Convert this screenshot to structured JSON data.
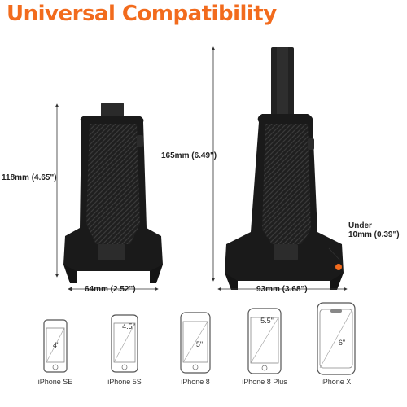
{
  "title": "Universal Compatibility",
  "small_holder": {
    "height_label": "118mm (4.65\")",
    "width_label": "64mm (2.52\")"
  },
  "large_holder": {
    "height_label": "165mm (6.49\")",
    "width_label": "93mm (3.68\")",
    "depth_label_line1": "Under",
    "depth_label_line2": "10mm (0.39\")"
  },
  "phones": [
    {
      "name": "iPhone SE",
      "size": "4\""
    },
    {
      "name": "iPhone 5S",
      "size": "4.5\""
    },
    {
      "name": "iPhone 8",
      "size": "5\""
    },
    {
      "name": "iPhone 8 Plus",
      "size": "5.5\""
    },
    {
      "name": "iPhone X",
      "size": "6\""
    }
  ],
  "colors": {
    "accent": "#f26b1d",
    "holder": "#1c1c1c",
    "dimension_line": "#333333"
  }
}
